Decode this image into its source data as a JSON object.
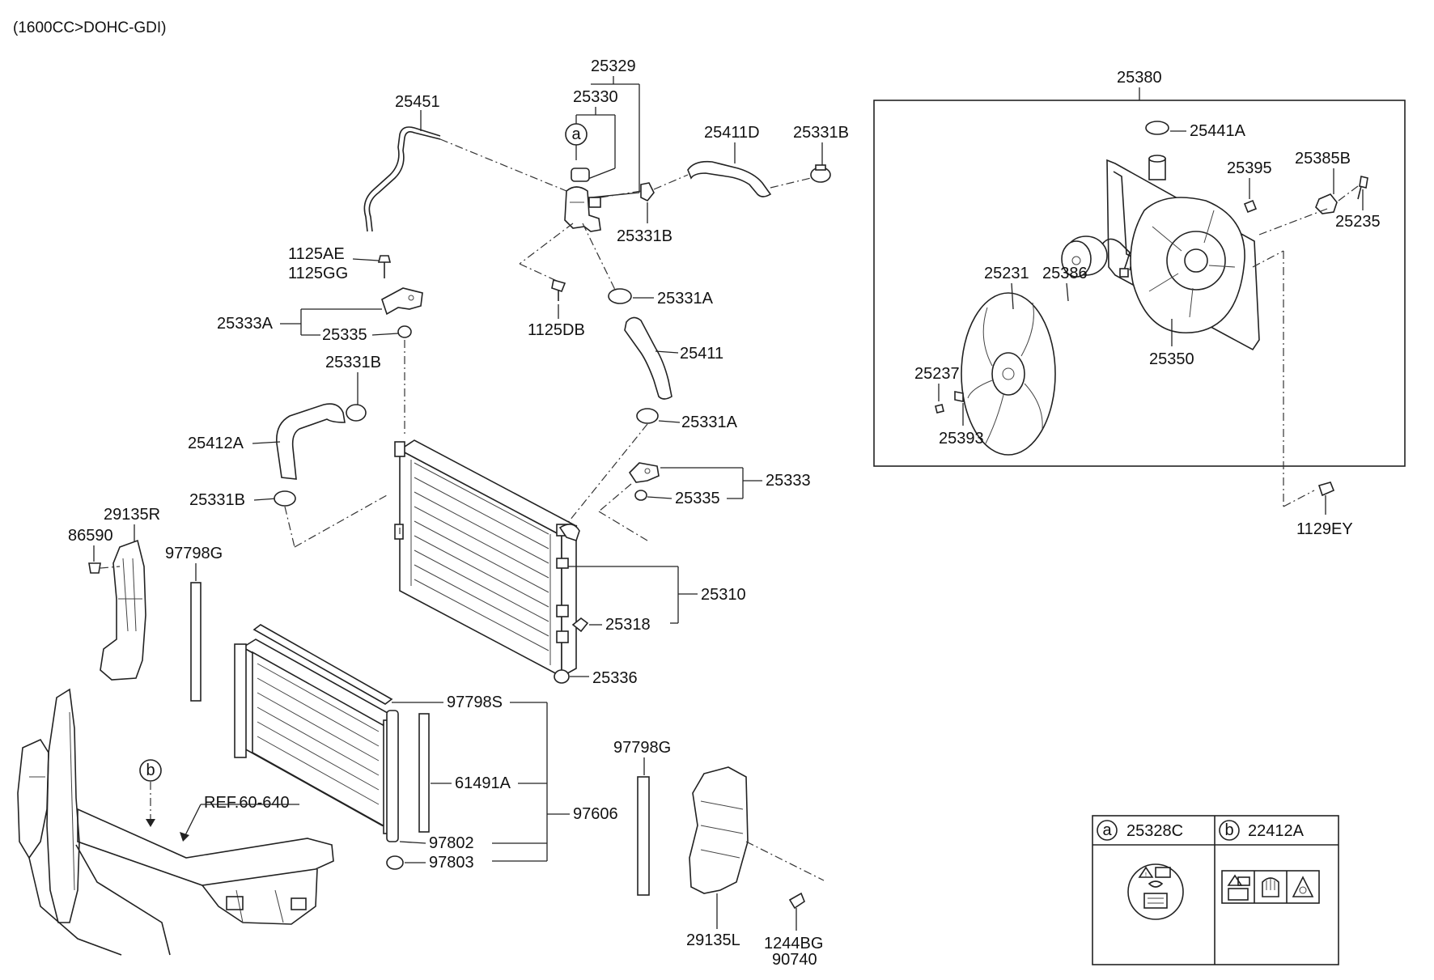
{
  "header": {
    "engine_note": "(1600CC>DOHC-GDI)"
  },
  "labels": {
    "p25329": "25329",
    "p25330": "25330",
    "p25451": "25451",
    "p25411D": "25411D",
    "p25331B_top": "25331B",
    "p25331B_mid": "25331B",
    "p1125AE": "1125AE",
    "p1125GG": "1125GG",
    "p1125DB": "1125DB",
    "p25331A_top": "25331A",
    "p25333A": "25333A",
    "p25335_left": "25335",
    "p25411": "25411",
    "p25331B_left": "25331B",
    "p25331A_mid": "25331A",
    "p25412A": "25412A",
    "p25333": "25333",
    "p25331B_low": "25331B",
    "p25335_right": "25335",
    "p29135R": "29135R",
    "p86590": "86590",
    "p97798G_left": "97798G",
    "p25310": "25310",
    "p25318": "25318",
    "p25336": "25336",
    "p97798S": "97798S",
    "p61491A": "61491A",
    "p97606": "97606",
    "p97802": "97802",
    "p97803": "97803",
    "p97798G_right": "97798G",
    "pREF": "REF.60-640",
    "p29135L": "29135L",
    "p1244BG": "1244BG",
    "p90740": "90740",
    "p25380": "25380",
    "p25441A": "25441A",
    "p25395": "25395",
    "p25385B": "25385B",
    "p25235": "25235",
    "p25231": "25231",
    "p25386": "25386",
    "p25350": "25350",
    "p25237": "25237",
    "p25393": "25393",
    "p1129EY": "1129EY"
  },
  "callouts": {
    "a": "a",
    "b": "b"
  },
  "legend": {
    "a_letter": "a",
    "a_part": "25328C",
    "b_letter": "b",
    "b_part": "22412A"
  }
}
